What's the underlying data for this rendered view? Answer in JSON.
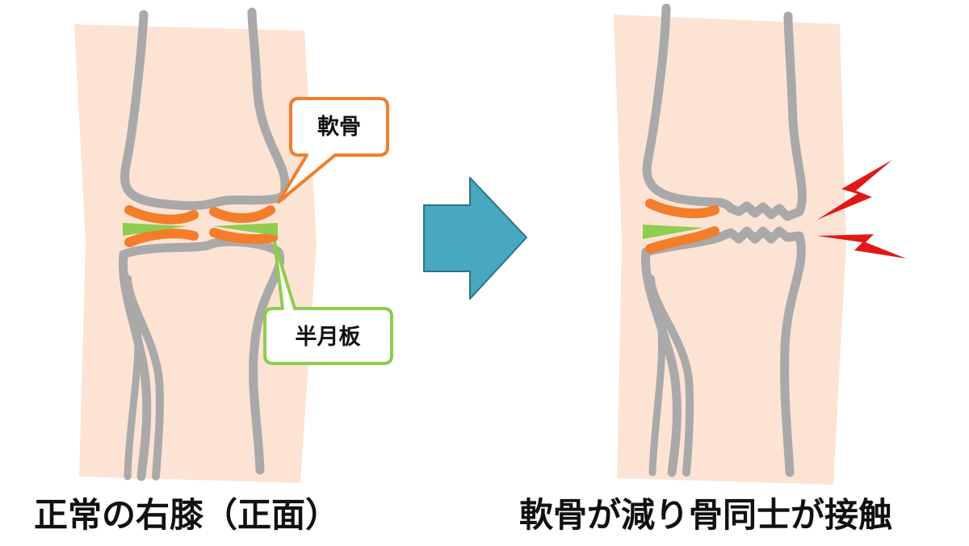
{
  "labels": {
    "cartilage": "軟骨",
    "meniscus": "半月板"
  },
  "captions": {
    "left": "正常の右膝（正面）",
    "right": "軟骨が減り骨同士が接触"
  },
  "colors": {
    "skin": "#fde3d4",
    "bone_outline": "#a9a9a9",
    "cartilage": "#f47d2a",
    "meniscus": "#8fcc4f",
    "arrow": "#47a8c0",
    "arrow_outline": "#2d7488",
    "pain": "#e21818"
  }
}
